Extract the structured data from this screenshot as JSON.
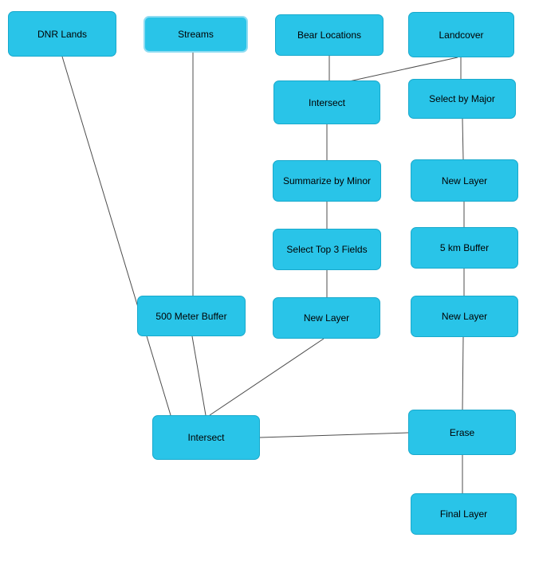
{
  "diagram": {
    "type": "flowchart",
    "colors": {
      "node_fill": "#29C4E8",
      "node_border": "#18A9CC",
      "edge": "#4D4D4D",
      "background": "#FFFFFF"
    },
    "nodes": {
      "dnr_lands": {
        "label": "DNR Lands"
      },
      "streams": {
        "label": "Streams"
      },
      "bear_locations": {
        "label": "Bear Locations"
      },
      "landcover": {
        "label": "Landcover"
      },
      "intersect_top": {
        "label": "Intersect"
      },
      "select_by_major": {
        "label": "Select by Major"
      },
      "summarize_minor": {
        "label": "Summarize by Minor"
      },
      "new_layer_r1": {
        "label": "New Layer"
      },
      "select_top3": {
        "label": "Select Top 3 Fields"
      },
      "buffer_5km": {
        "label": "5 km Buffer"
      },
      "buffer_500m": {
        "label": "500 Meter Buffer"
      },
      "new_layer_mid": {
        "label": "New Layer"
      },
      "new_layer_r2": {
        "label": "New Layer"
      },
      "intersect_bottom": {
        "label": "Intersect"
      },
      "erase": {
        "label": "Erase"
      },
      "final_layer": {
        "label": "Final Layer"
      }
    },
    "edges": [
      {
        "from": "dnr_lands",
        "to": "intersect_bottom"
      },
      {
        "from": "streams",
        "to": "buffer_500m"
      },
      {
        "from": "buffer_500m",
        "to": "intersect_bottom"
      },
      {
        "from": "bear_locations",
        "to": "intersect_top"
      },
      {
        "from": "landcover",
        "to": "intersect_top"
      },
      {
        "from": "landcover",
        "to": "select_by_major"
      },
      {
        "from": "intersect_top",
        "to": "summarize_minor"
      },
      {
        "from": "summarize_minor",
        "to": "select_top3"
      },
      {
        "from": "select_top3",
        "to": "new_layer_mid"
      },
      {
        "from": "new_layer_mid",
        "to": "intersect_bottom"
      },
      {
        "from": "select_by_major",
        "to": "new_layer_r1"
      },
      {
        "from": "new_layer_r1",
        "to": "buffer_5km"
      },
      {
        "from": "buffer_5km",
        "to": "new_layer_r2"
      },
      {
        "from": "new_layer_r2",
        "to": "erase"
      },
      {
        "from": "intersect_bottom",
        "to": "erase"
      },
      {
        "from": "erase",
        "to": "final_layer"
      }
    ]
  }
}
